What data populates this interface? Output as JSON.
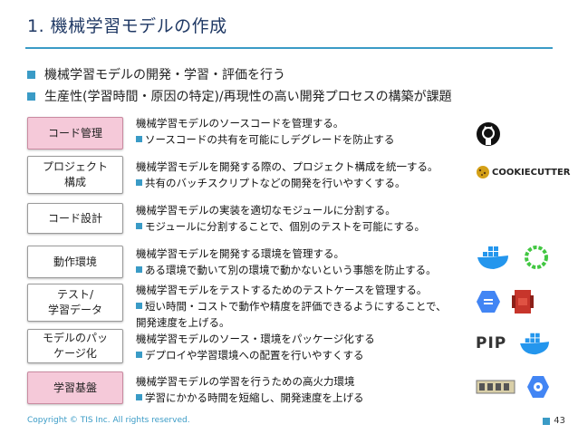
{
  "title": "1. 機械学習モデルの作成",
  "bullets": [
    "機械学習モデルの開発・学習・評価を行う",
    "生産性(学習時間・原因の特定)/再現性の高い開発プロセスの構築が課題"
  ],
  "rows": [
    {
      "label": "コード管理",
      "line1": "機械学習モデルのソースコードを管理する。",
      "line2": "ソースコードの共有を可能にしデグレードを防止する",
      "line3": "",
      "icons": [
        "github-icon"
      ]
    },
    {
      "label": "プロジェクト\n構成",
      "line1": "機械学習モデルを開発する際の、プロジェクト構成を統一する。",
      "line2": "共有のバッチスクリプトなどの開発を行いやすくする。",
      "line3": "",
      "icons": [
        "cookiecutter-logo"
      ],
      "cookiecutter": "COOKIECUTTER"
    },
    {
      "label": "コード設計",
      "line1": "機械学習モデルの実装を適切なモジュールに分割する。",
      "line2": "モジュールに分割することで、個別のテストを可能にする。",
      "line3": "",
      "icons": []
    },
    {
      "label": "動作環境",
      "line1": "機械学習モデルを開発する環境を管理する。",
      "line2": "ある環境で動いて別の環境で動かないという事態を防止する。",
      "line3": "",
      "icons": [
        "docker-icon",
        "circleci-icon"
      ]
    },
    {
      "label": "テスト/\n学習データ",
      "line1": "機械学習モデルをテストするためのテストケースを管理する。",
      "line2": "短い時間・コストで動作や精度を評価できるようにすることで、",
      "line3": "開発速度を上げる。",
      "icons": [
        "cloud-storage-icon",
        "aws-s3-icon"
      ]
    },
    {
      "label": "モデルのパッ\nケージ化",
      "line1": "機械学習モデルのソース・環境をパッケージ化する",
      "line2": "デプロイや学習環境への配置を行いやすくする",
      "line3": "",
      "icons": [
        "pip-logo",
        "docker-icon"
      ],
      "pip": "PIP"
    },
    {
      "label": "学習基盤",
      "line1": "機械学習モデルの学習を行うための高火力環境",
      "line2": "学習にかかる時間を短縮し、開発速度を上げる",
      "line3": "",
      "icons": [
        "gpu-server-icon",
        "cloud-ml-icon"
      ]
    }
  ],
  "footer": "Copyright © TIS Inc. All rights reserved.",
  "page_number": "43",
  "colors": {
    "accent": "#3a9bc6",
    "highlight": "#f5c9d9",
    "title": "#1f3864"
  }
}
